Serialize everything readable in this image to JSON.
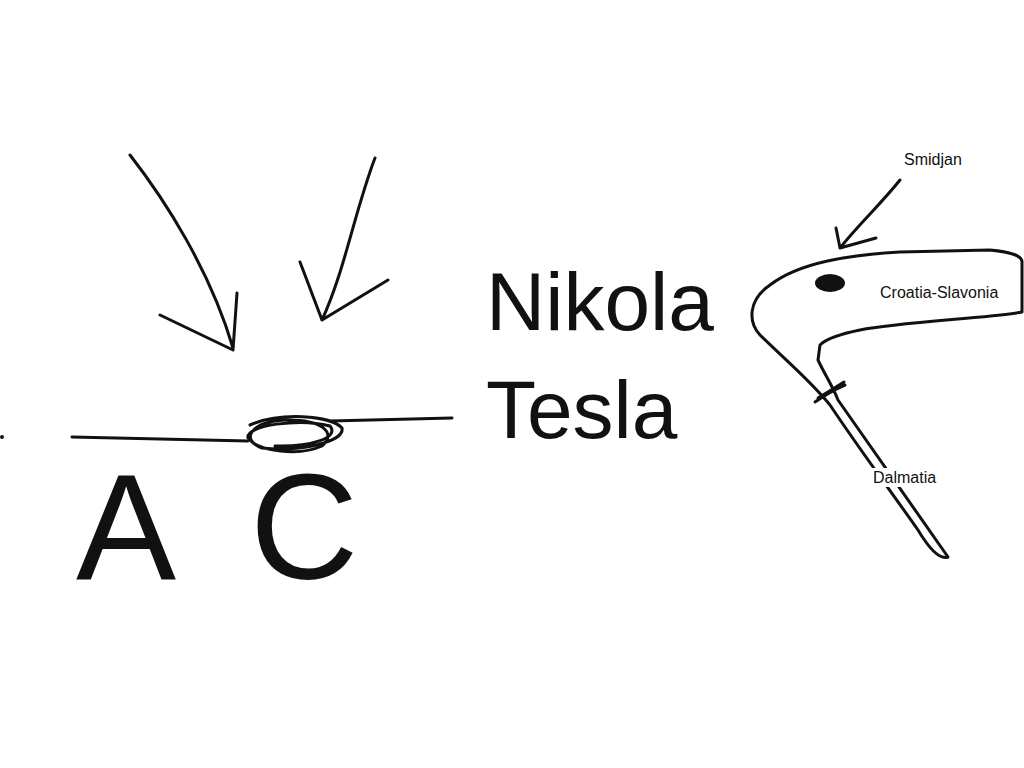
{
  "diagram": {
    "title": "Nikola Tesla",
    "labels": [
      "A",
      "C",
      "Smidjan",
      "Croatia-Slavonia",
      "Dalmatia"
    ]
  }
}
